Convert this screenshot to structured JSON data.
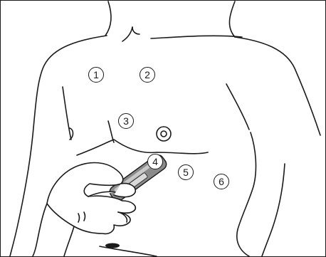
{
  "diagram": {
    "labels": [
      "1",
      "2",
      "3",
      "4",
      "5",
      "6"
    ]
  },
  "colors": {
    "outline": "#1a1a1a",
    "device": "#8a8a8a",
    "device_highlight": "#c8c8c8",
    "background": "#ffffff"
  }
}
